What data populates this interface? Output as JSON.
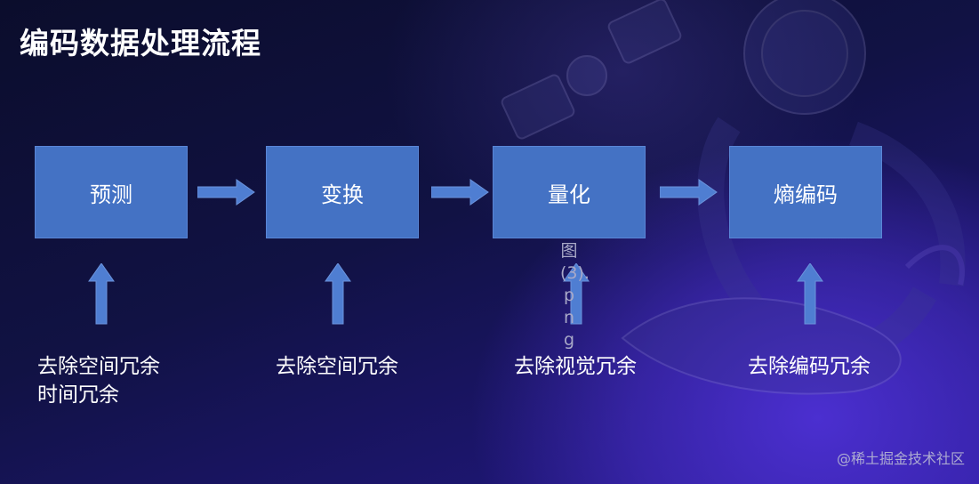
{
  "title": "编码数据处理流程",
  "steps": [
    {
      "label": "预测",
      "reduces": "去除空间冗余\n时间冗余"
    },
    {
      "label": "变换",
      "reduces": "去除空间冗余"
    },
    {
      "label": "量化",
      "reduces": "去除视觉冗余"
    },
    {
      "label": "熵编码",
      "reduces": "去除编码冗余"
    }
  ],
  "broken_image_text": "图(3).png",
  "watermark": "@稀土掘金技术社区",
  "colors": {
    "box": "#4472c4",
    "arrow": "#4f7ed2"
  }
}
